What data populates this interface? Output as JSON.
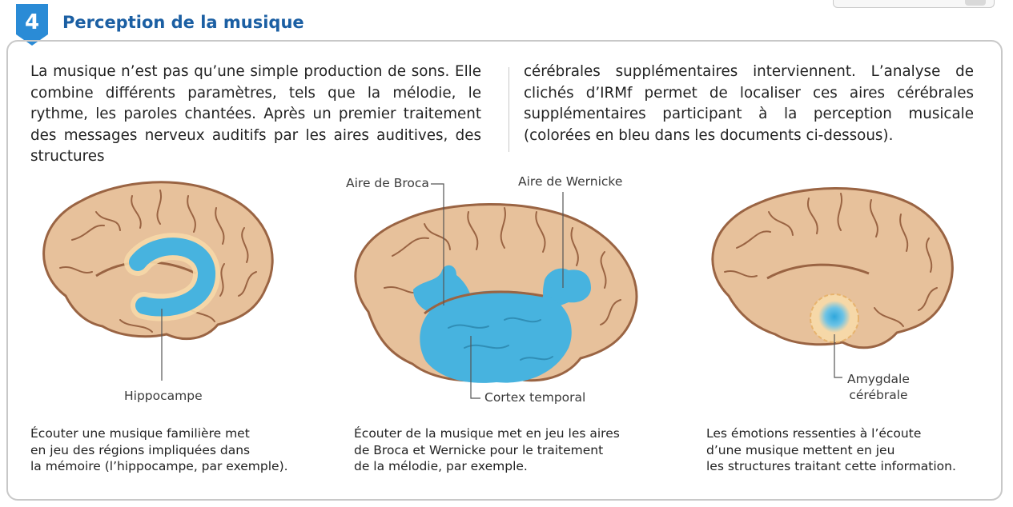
{
  "section": {
    "number": "4",
    "title": "Perception de la musique"
  },
  "intro": {
    "left_text": "La musique n’est pas qu’une simple production de sons. Elle combine différents paramètres, tels que la mélodie, le rythme, les paroles chantées. Après un premier traitement des messages nerveux auditifs par les aires auditives, des structures",
    "right_text": "cérébrales supplémentaires interviennent. L’analyse de clichés d’IRMf permet de localiser ces aires cérébrales supplémentaires participant à la perception musicale (colorées en bleu dans les documents ci-dessous)."
  },
  "figures": {
    "left": {
      "label": "Hippocampe",
      "caption": [
        "Écouter une musique familière met",
        "en jeu des régions impliquées dans",
        "la mémoire (l’hippocampe, par exemple)."
      ]
    },
    "middle": {
      "label_broca": "Aire de Broca",
      "label_wernicke": "Aire de Wernicke",
      "label_temporal": "Cortex temporal",
      "caption": [
        "Écouter de la musique met en jeu les aires",
        "de Broca et Wernicke pour le traitement",
        "de la mélodie, par exemple."
      ]
    },
    "right": {
      "label_line1": "Amygdale",
      "label_line2": "cérébrale",
      "caption": [
        "Les émotions ressenties à l’écoute",
        "d’une musique mettent en jeu",
        "les structures traitant cette information."
      ]
    }
  },
  "colors": {
    "accent": "#1b5fa3",
    "badge": "#2a8bd6",
    "brain_fill": "#e7c19b",
    "brain_stroke": "#9a6443",
    "highlight_blue": "#47b3df",
    "halo": "#f6d8a8"
  }
}
